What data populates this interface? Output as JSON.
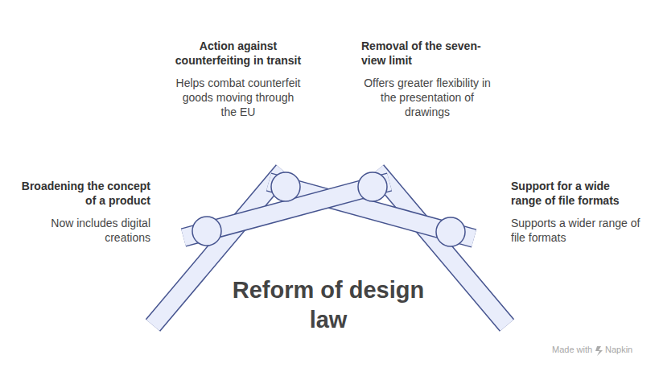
{
  "diagram": {
    "title": "Reform of design law",
    "labels": [
      "Action against counterfeiting in transit",
      "Helps combat counterfeit goods moving through the EU",
      "Removal of the seven-view limit",
      "Offers greater flexibility in the presentation of drawings",
      "Broadening the concept of a product",
      "Now includes digital creations",
      "Support for a wide range of file formats",
      "Supports a wider range of file formats",
      "Made with",
      "Napkin"
    ]
  }
}
